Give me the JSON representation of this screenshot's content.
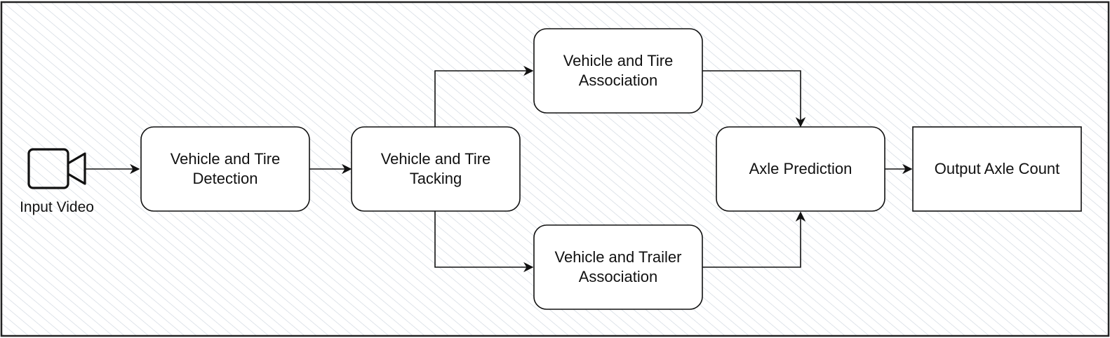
{
  "diagram": {
    "input": {
      "icon": "video-camera-icon",
      "label": "Input Video"
    },
    "nodes": {
      "detection": "Vehicle and Tire\nDetection",
      "tracking": "Vehicle and Tire\nTacking",
      "tire_association": "Vehicle and Tire\nAssociation",
      "trailer_association": "Vehicle and Trailer\nAssociation",
      "axle_prediction": "Axle Prediction",
      "output": "Output Axle Count"
    },
    "colors": {
      "stroke": "#111111",
      "node_fill": "#ffffff",
      "hatch": "#c9d2dc"
    }
  }
}
